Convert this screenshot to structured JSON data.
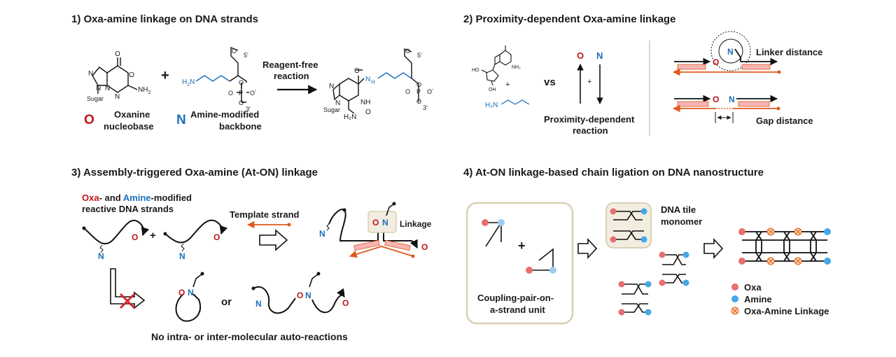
{
  "colors": {
    "oxa_red": "#c0141c",
    "amine_blue": "#1d6fb8",
    "template_orange": "#e05a1e",
    "pink_fill": "#f5b5b5",
    "dot_red": "#e76f6f",
    "dot_blue": "#45a8e6",
    "box_border": "#d8cfb4",
    "gray_divider": "#cfc8b8"
  },
  "panel1": {
    "title": "1) Oxa-amine linkage on DNA strands",
    "oxanine_letter": "O",
    "oxanine_label_1": "Oxanine",
    "oxanine_label_2": "nucleobase",
    "amine_letter": "N",
    "amine_label_1": "Amine-modified",
    "amine_label_2": "backbone",
    "plus": "+",
    "arrow_label_1": "Reagent-free",
    "arrow_label_2": "reaction",
    "chem": {
      "sugar": "Sugar",
      "nh2": "NH",
      "two": "2",
      "o_label": "O",
      "n_label": "N",
      "h2n": "H",
      "h2n_tail": "N",
      "five_prime": "5'",
      "three_prime": "3'",
      "p_label": "P",
      "o_minus": "O",
      "minus": "-",
      "h_label": "H",
      "nh": "NH",
      "h2n_product": "H₂N",
      "sugar2": "Sugar"
    }
  },
  "panel2": {
    "title": "2) Proximity-dependent Oxa-amine linkage",
    "vs": "vs",
    "plus_small": "+",
    "o_letter": "O",
    "n_letter": "N",
    "caption_1": "Proximity-dependent",
    "caption_2": "reaction",
    "linker_distance": "Linker distance",
    "gap_distance": "Gap distance"
  },
  "panel3": {
    "title": "3) Assembly-triggered Oxa-amine (At-ON) linkage",
    "intro_oxa": "Oxa",
    "intro_mid": "- and ",
    "intro_amine": "Amine",
    "intro_end": "-modified",
    "intro_line2": "reactive DNA strands",
    "template_label": "Template strand",
    "linkage_label": "Linkage",
    "plus": "+",
    "or": "or",
    "o_letter": "O",
    "n_letter": "N",
    "bottom_caption": "No intra- or inter-molecular auto-reactions"
  },
  "panel4": {
    "title": "4) At-ON linkage-based chain ligation on DNA nanostructure",
    "unit_label_1": "Coupling-pair-on-",
    "unit_label_2": "a-strand unit",
    "monomer_label_1": "DNA tile",
    "monomer_label_2": "monomer",
    "plus": "+",
    "legend": [
      "Oxa",
      "Amine",
      "Oxa-Amine Linkage"
    ]
  }
}
